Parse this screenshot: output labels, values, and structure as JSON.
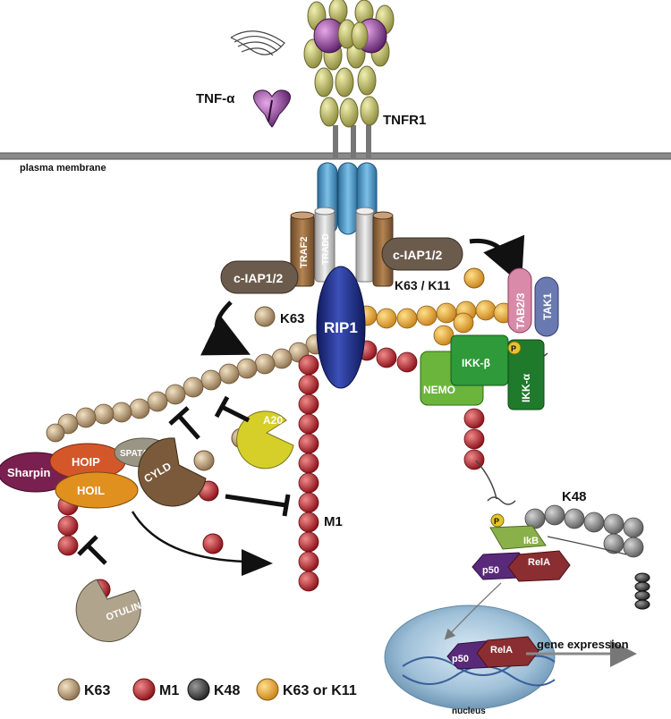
{
  "membrane": {
    "label": "plasma membrane"
  },
  "ligand": {
    "label": "TNF-α"
  },
  "receptor": {
    "label": "TNFR1"
  },
  "proteins": {
    "traf2": "TRAF2",
    "tradd": "TRADD",
    "ciap_left": "c-IAP1/2",
    "ciap_right": "c-IAP1/2",
    "rip1": "RIP1",
    "tab": "TAB2/3",
    "tak1": "TAK1",
    "ikkb": "IKK-β",
    "ikka": "IKK-α",
    "nemo": "NEMO",
    "sharpin": "Sharpin",
    "hoip": "HOIP",
    "spata2": "SPATA2",
    "hoil": "HOIL",
    "cyld": "CYLD",
    "a20": "A20",
    "otulin": "OTULIN",
    "ikb": "IkB",
    "p50": "p50",
    "rela": "RelA",
    "p50_nuc": "p50",
    "rela_nuc": "RelA"
  },
  "chain_labels": {
    "k63": "K63",
    "k63_k11": "K63 / K11",
    "m1": "M1",
    "k48": "K48"
  },
  "phospho": {
    "label": "P"
  },
  "nucleus": {
    "label": "nucleus",
    "output": "gene expression"
  },
  "legend": [
    {
      "label": "K63",
      "color": "#a88a68"
    },
    {
      "label": "M1",
      "color": "#c0262d"
    },
    {
      "label": "K48",
      "color": "#555555"
    },
    {
      "label": "K63 or K11",
      "color": "#e0a030"
    }
  ]
}
